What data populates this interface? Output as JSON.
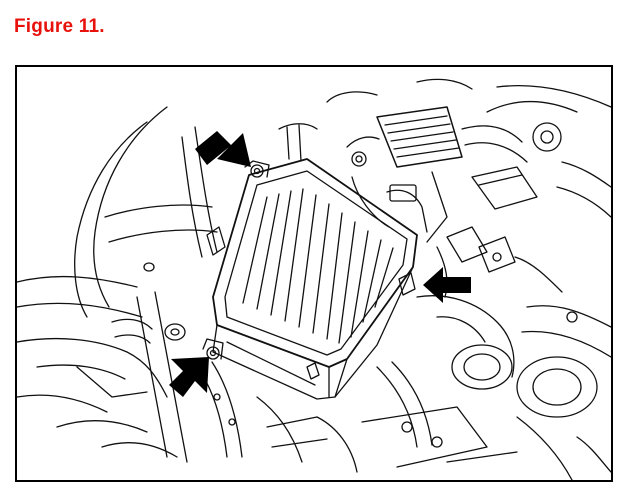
{
  "figure": {
    "title": "Figure 11.",
    "title_color": "#e8120c"
  },
  "illustration": {
    "subject": "engine-compartment-air-cleaner-housing",
    "line_color": "#111111",
    "callout_arrows": [
      {
        "name": "top-left-arrow",
        "direction": "down-right"
      },
      {
        "name": "right-arrow",
        "direction": "left"
      },
      {
        "name": "bottom-left-arrow",
        "direction": "up-right"
      }
    ]
  }
}
